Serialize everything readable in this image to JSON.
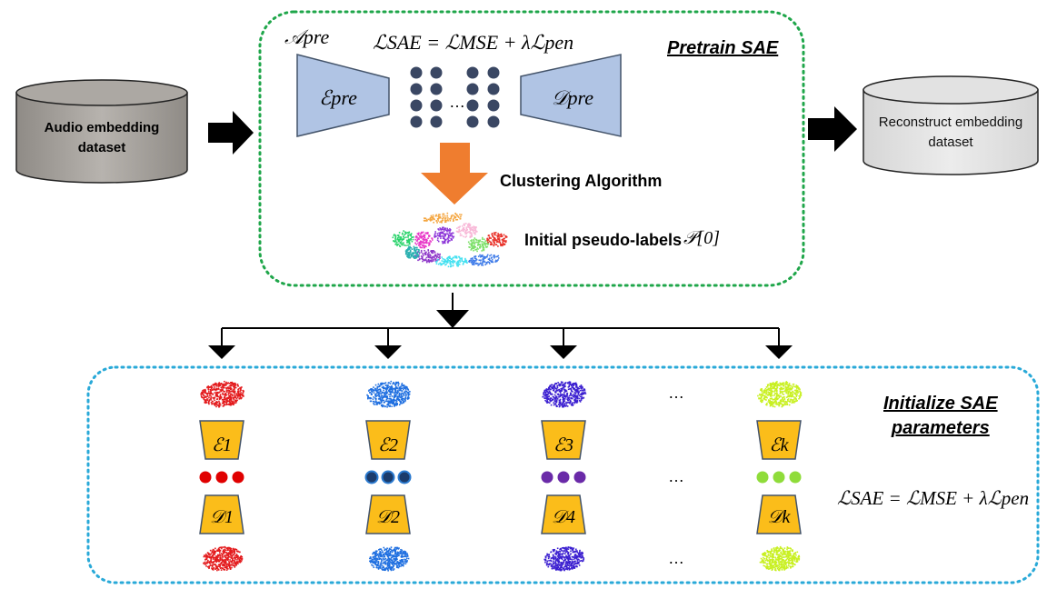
{
  "pretrain": {
    "title": "Pretrain SAE",
    "a_pre": "𝒜pre",
    "loss": "ℒSAE = ℒMSE + λℒpen",
    "enc": "ℰpre",
    "dec": "𝒟pre",
    "ellipsis": "…",
    "clustering": "Clustering Algorithm",
    "pseudo_labels": "Initial pseudo-labels",
    "pseudo_symbol": "𝒫[0]"
  },
  "input_db": {
    "line1": "Audio embedding",
    "line2": "dataset"
  },
  "output_db": {
    "line1": "Reconstruct embedding",
    "line2": "dataset"
  },
  "init": {
    "title_line1": "Initialize SAE",
    "title_line2": "parameters",
    "loss": "ℒSAE = ℒMSE + λℒpen",
    "ellipsis": "…",
    "columns": [
      {
        "enc": "ℰ1",
        "dec": "𝒟1",
        "color": "#e31a1c"
      },
      {
        "enc": "ℰ2",
        "dec": "𝒟2",
        "color": "#1f6fe0"
      },
      {
        "enc": "ℰ3",
        "dec": "𝒟4",
        "color": "#3b1fd0"
      },
      {
        "enc": "ℰk",
        "dec": "𝒟k",
        "color": "#c8f020"
      }
    ],
    "latent_colors": [
      "#e00000",
      "#1b3b6b",
      "#6a2aa8",
      "#8fdc3a"
    ]
  },
  "colors": {
    "pretrain_border": "#1fa64a",
    "init_border": "#29a9d8",
    "trapezoid_blue": "#b0c4e4",
    "trapezoid_orange": "#fbbd1a",
    "arrow_orange": "#ef7d2f",
    "latent_node": "#3a4763"
  }
}
